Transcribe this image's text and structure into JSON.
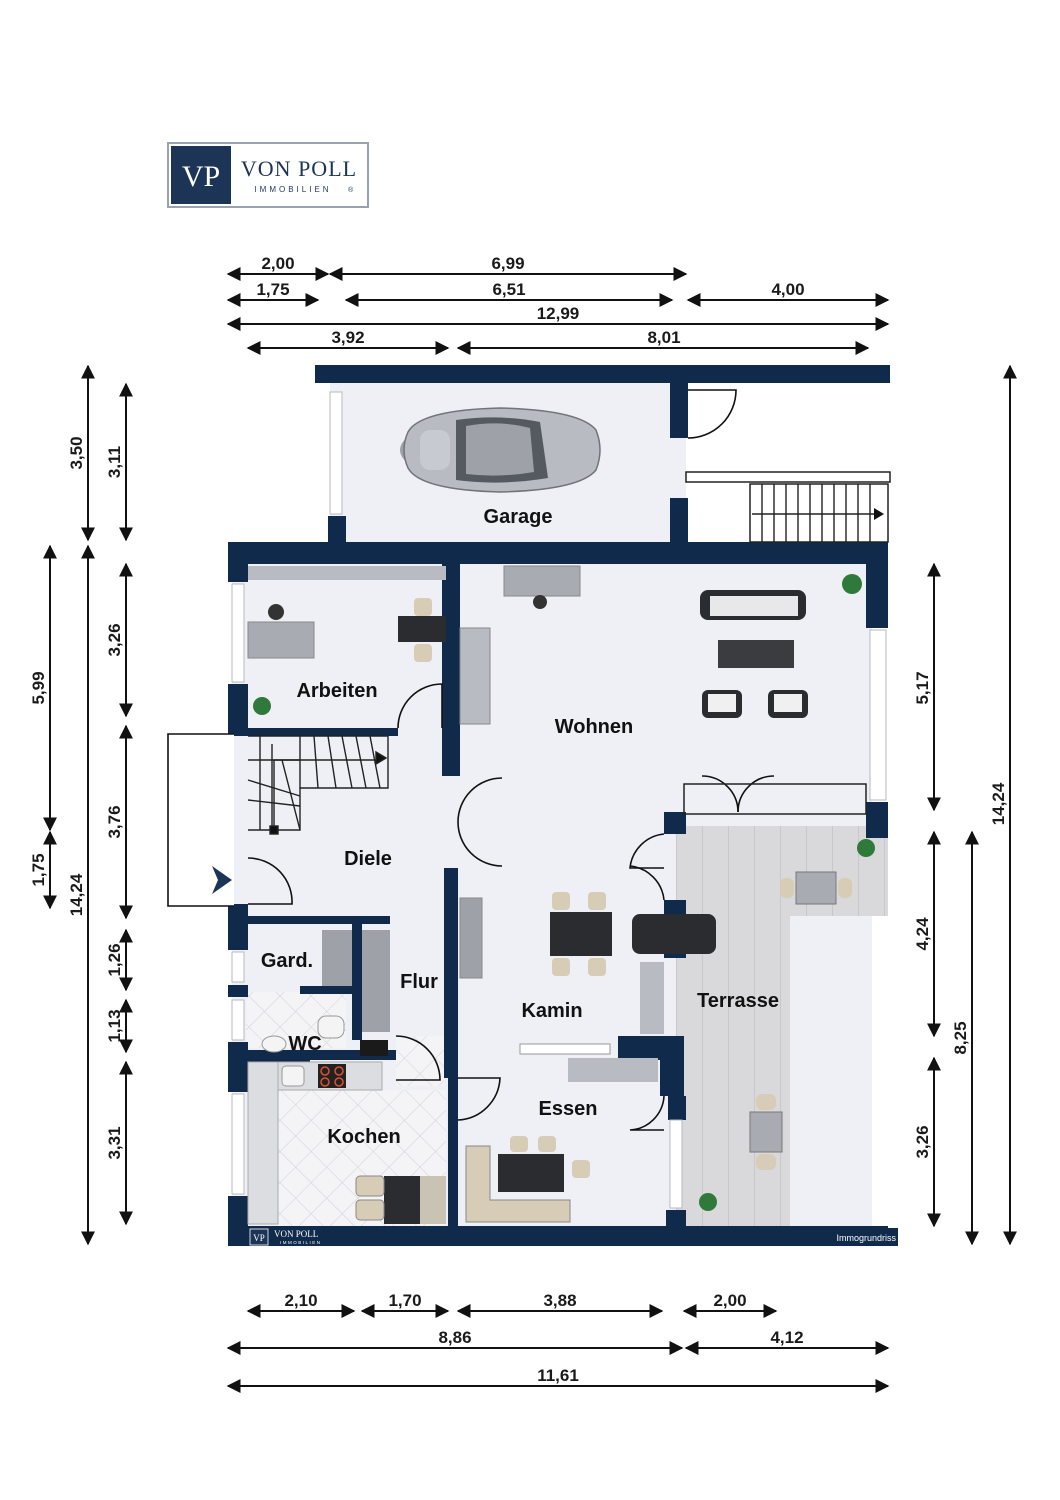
{
  "brand": {
    "monogram": "VP",
    "name": "VON POLL",
    "sub": "IMMOBILIEN",
    "reg": "®",
    "color_navy": "#1c3557",
    "credit": "Immogrundriss"
  },
  "colors": {
    "wall": "#0f2a4a",
    "floor": "#eef0f5",
    "terrace": "#d8d8da",
    "arrow": "#111111"
  },
  "rooms": {
    "garage": "Garage",
    "arbeiten": "Arbeiten",
    "wohnen": "Wohnen",
    "diele": "Diele",
    "gard": "Gard.",
    "flur": "Flur",
    "kamin": "Kamin",
    "terrasse": "Terrasse",
    "wc": "WC",
    "kochen": "Kochen",
    "essen": "Essen"
  },
  "dimensions": {
    "top": [
      "2,00",
      "6,99",
      "1,75",
      "6,51",
      "4,00",
      "12,99",
      "3,92",
      "8,01"
    ],
    "left_outer": [
      "3,50",
      "5,99",
      "1,75",
      "14,24"
    ],
    "left_inner": [
      "3,11",
      "3,26",
      "3,76",
      "1,26",
      "1,13",
      "3,31"
    ],
    "right": [
      "5,17",
      "4,24",
      "3,26",
      "8,25",
      "14,24"
    ],
    "bottom": [
      "2,10",
      "1,70",
      "3,88",
      "2,00",
      "8,86",
      "4,12",
      "11,61"
    ]
  }
}
